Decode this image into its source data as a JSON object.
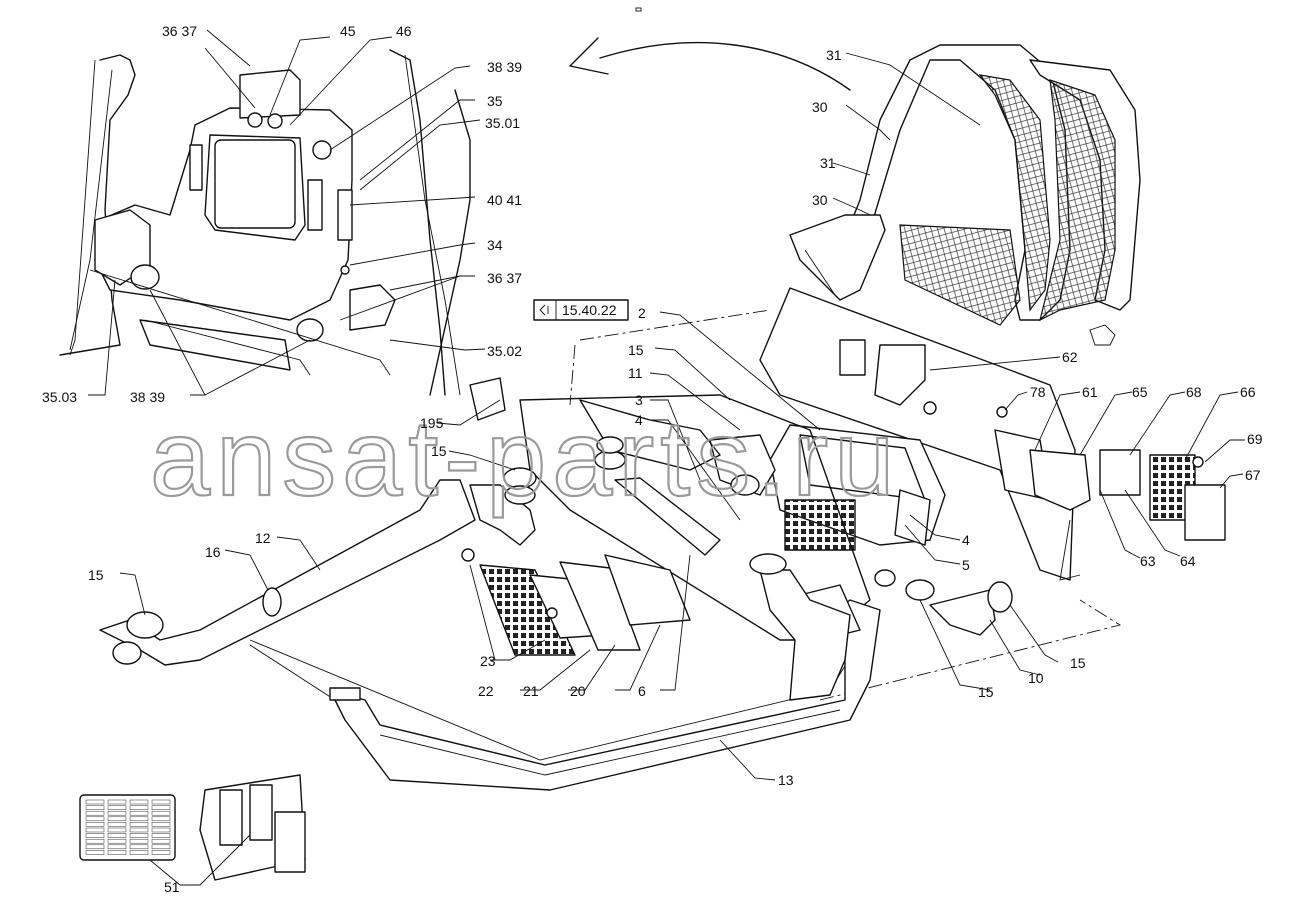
{
  "watermark": "ansat-parts.ru",
  "reference_box": {
    "text": "15.40.22"
  },
  "callouts": [
    {
      "id": "c-36-37-top",
      "text": "36 37"
    },
    {
      "id": "c-45",
      "text": "45"
    },
    {
      "id": "c-46",
      "text": "46"
    },
    {
      "id": "c-38-39-top",
      "text": "38 39"
    },
    {
      "id": "c-35",
      "text": "35"
    },
    {
      "id": "c-35-01",
      "text": "35.01"
    },
    {
      "id": "c-40-41",
      "text": "40 41"
    },
    {
      "id": "c-34",
      "text": "34"
    },
    {
      "id": "c-36-37-mid",
      "text": "36 37"
    },
    {
      "id": "c-35-02",
      "text": "35.02"
    },
    {
      "id": "c-35-03",
      "text": "35.03"
    },
    {
      "id": "c-38-39-bottom",
      "text": "38 39"
    },
    {
      "id": "c-31-top",
      "text": "31"
    },
    {
      "id": "c-30-top",
      "text": "30"
    },
    {
      "id": "c-31-mid",
      "text": "31"
    },
    {
      "id": "c-30-mid",
      "text": "30"
    },
    {
      "id": "c-2",
      "text": "2"
    },
    {
      "id": "c-15-a",
      "text": "15"
    },
    {
      "id": "c-11",
      "text": "11"
    },
    {
      "id": "c-3",
      "text": "3"
    },
    {
      "id": "c-4-a",
      "text": "4"
    },
    {
      "id": "c-195",
      "text": "195"
    },
    {
      "id": "c-15-b",
      "text": "15"
    },
    {
      "id": "c-62",
      "text": "62"
    },
    {
      "id": "c-78",
      "text": "78"
    },
    {
      "id": "c-61",
      "text": "61"
    },
    {
      "id": "c-65",
      "text": "65"
    },
    {
      "id": "c-68",
      "text": "68"
    },
    {
      "id": "c-66",
      "text": "66"
    },
    {
      "id": "c-69",
      "text": "69"
    },
    {
      "id": "c-67",
      "text": "67"
    },
    {
      "id": "c-4-b",
      "text": "4"
    },
    {
      "id": "c-5",
      "text": "5"
    },
    {
      "id": "c-63",
      "text": "63"
    },
    {
      "id": "c-64",
      "text": "64"
    },
    {
      "id": "c-12",
      "text": "12"
    },
    {
      "id": "c-16",
      "text": "16"
    },
    {
      "id": "c-15-c",
      "text": "15"
    },
    {
      "id": "c-23",
      "text": "23"
    },
    {
      "id": "c-22",
      "text": "22"
    },
    {
      "id": "c-21",
      "text": "21"
    },
    {
      "id": "c-20",
      "text": "20"
    },
    {
      "id": "c-6",
      "text": "6"
    },
    {
      "id": "c-15-d",
      "text": "15"
    },
    {
      "id": "c-10",
      "text": "10"
    },
    {
      "id": "c-15-e",
      "text": "15"
    },
    {
      "id": "c-13",
      "text": "13"
    },
    {
      "id": "c-51",
      "text": "51"
    }
  ]
}
